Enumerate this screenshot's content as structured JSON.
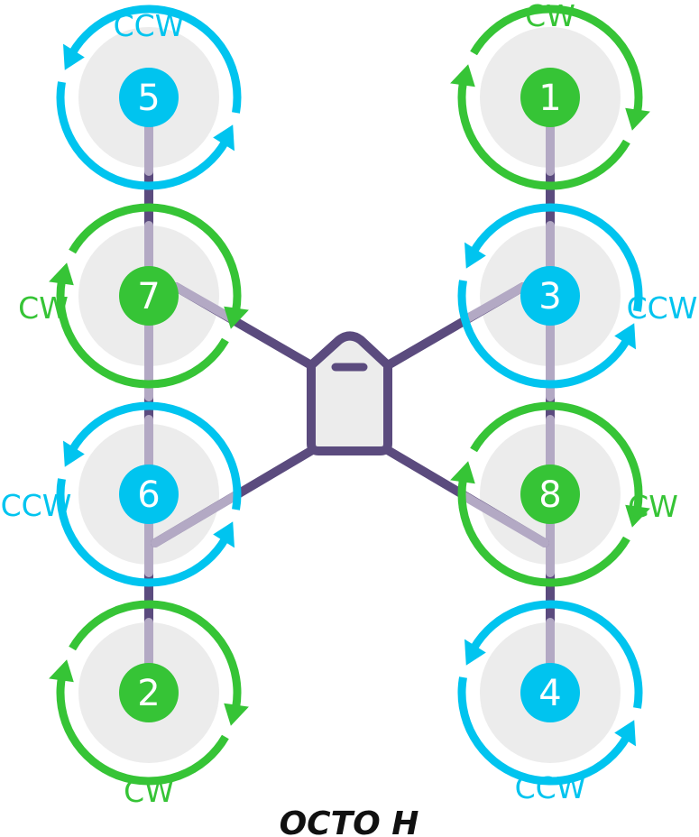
{
  "title": "OCTO H",
  "colors": {
    "cw": "#36c436",
    "ccw": "#00c4ef",
    "frame": "#5b4b7e",
    "arm_inner": "#b3a9c4",
    "prop_disc": "#ececec",
    "body_fill": "#ececec"
  },
  "motors": [
    {
      "number": "1",
      "direction": "CW",
      "label": "CW"
    },
    {
      "number": "2",
      "direction": "CW",
      "label": "CW"
    },
    {
      "number": "3",
      "direction": "CCW",
      "label": "CCW"
    },
    {
      "number": "4",
      "direction": "CCW",
      "label": "CCW"
    },
    {
      "number": "5",
      "direction": "CCW",
      "label": "CCW"
    },
    {
      "number": "6",
      "direction": "CCW",
      "label": "CCW"
    },
    {
      "number": "7",
      "direction": "CW",
      "label": "CW"
    },
    {
      "number": "8",
      "direction": "CW",
      "label": "CW"
    }
  ]
}
